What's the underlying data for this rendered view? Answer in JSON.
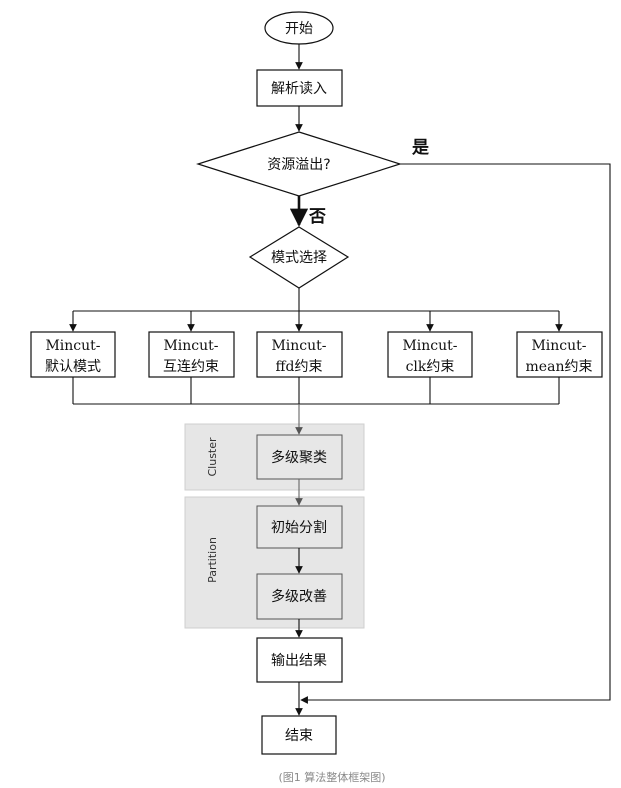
{
  "nodes": {
    "start": "开始",
    "parse": "解析读入",
    "overflow": "资源溢出?",
    "yes": "是",
    "no": "否",
    "mode": "模式选择",
    "cluster_label": "Cluster",
    "partition_label": "Partition",
    "multi_cluster": "多级聚类",
    "init_partition": "初始分割",
    "multi_improve": "多级改善",
    "output": "输出结果",
    "end": "结束"
  },
  "modes": [
    {
      "line1": "Mincut-",
      "line2": "默认模式"
    },
    {
      "line1": "Mincut-",
      "line2": "互连约束"
    },
    {
      "line1": "Mincut-",
      "line2": "ffd约束"
    },
    {
      "line1": "Mincut-",
      "line2": "clk约束"
    },
    {
      "line1": "Mincut-",
      "line2": "mean约束"
    }
  ],
  "caption": "(图1 算法整体框架图)"
}
